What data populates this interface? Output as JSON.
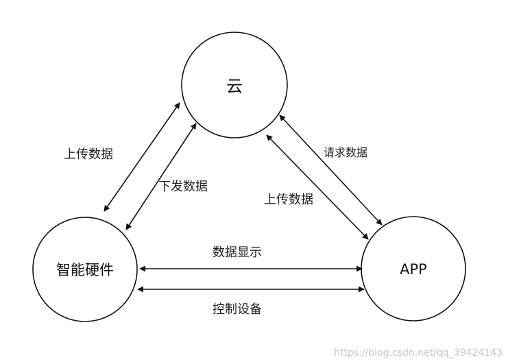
{
  "colors": {
    "stroke": "#111111",
    "text": "#222222",
    "watermark": "#c8c8c8",
    "background": "#ffffff"
  },
  "nodes": {
    "cloud": {
      "label": "云"
    },
    "hardware": {
      "label": "智能硬件"
    },
    "app": {
      "label": "APP"
    }
  },
  "edges": {
    "hardware_to_cloud": {
      "label": "上传数据",
      "direction": "bidirectional"
    },
    "cloud_to_hardware": {
      "label": "下发数据",
      "direction": "bidirectional"
    },
    "app_request": {
      "label": "请求数据",
      "direction": "bidirectional"
    },
    "app_upload": {
      "label": "上传数据",
      "direction": "bidirectional"
    },
    "data_display": {
      "label": "数据显示",
      "direction": "bidirectional"
    },
    "control_device": {
      "label": "控制设备",
      "direction": "bidirectional"
    }
  },
  "watermark": "https://blog.csdn.net/qq_39424143"
}
